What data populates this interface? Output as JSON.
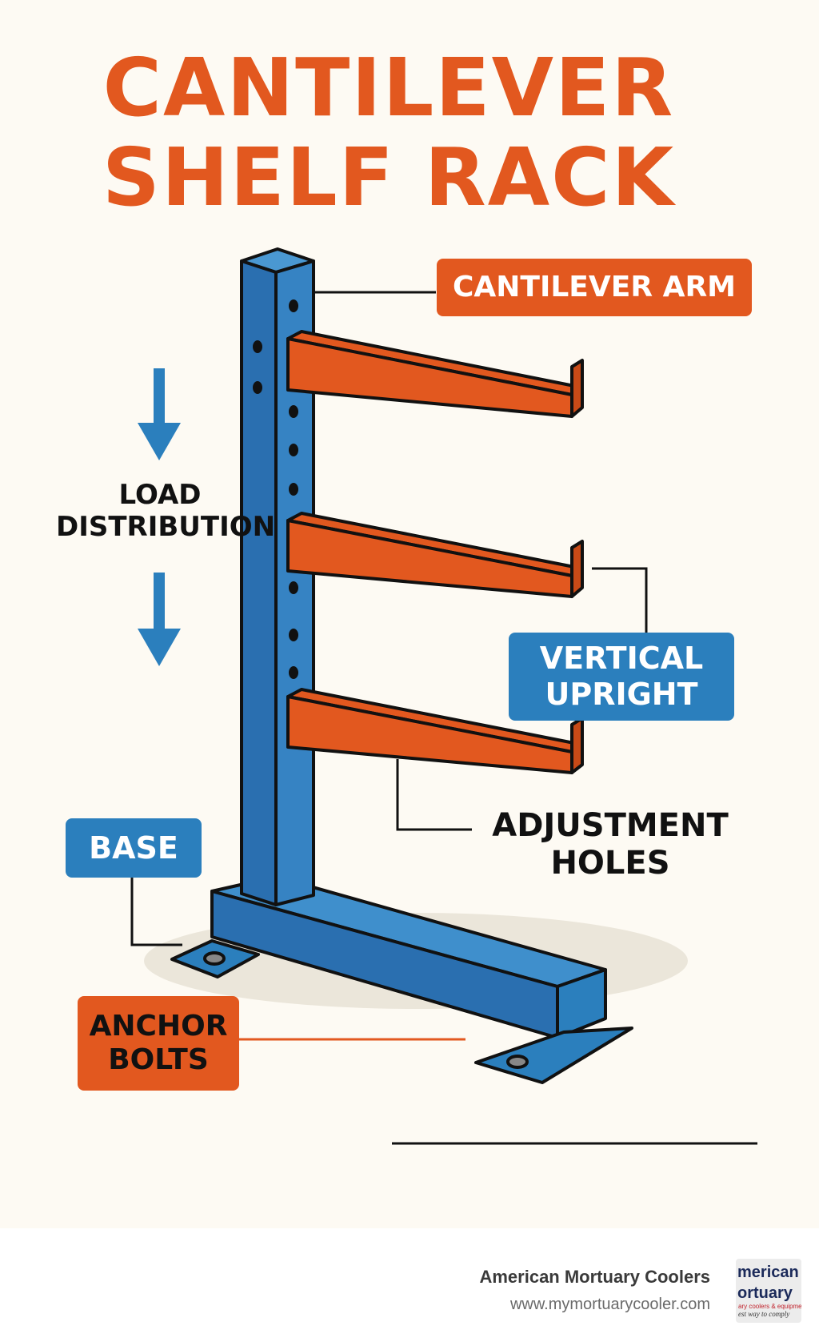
{
  "title": {
    "line1": "CANTILEVER",
    "line2": "SHELF RACK"
  },
  "labels": {
    "cantilever_arm": "CANTILEVER ARM",
    "load_distribution_1": "LOAD",
    "load_distribution_2": "DISTRIBUTION",
    "vertical_upright_1": "VERTICAL",
    "vertical_upright_2": "UPRIGHT",
    "adjustment_holes_1": "ADJUSTMENT",
    "adjustment_holes_2": "HOLES",
    "base": "BASE",
    "anchor_bolts_1": "ANCHOR",
    "anchor_bolts_2": "BOLTS"
  },
  "footer": {
    "brand_name": "American Mortuary Coolers",
    "url": "www.mymortuarycooler.com",
    "logo_line1": "merican",
    "logo_line2": "ortuary",
    "logo_line3": "ary coolers & equipment",
    "logo_line4": "est way to comply"
  },
  "colors": {
    "accent_orange": "#e2581f",
    "upright_blue": "#2b7fbd",
    "outline": "#111111",
    "background": "#fdfaf3"
  }
}
